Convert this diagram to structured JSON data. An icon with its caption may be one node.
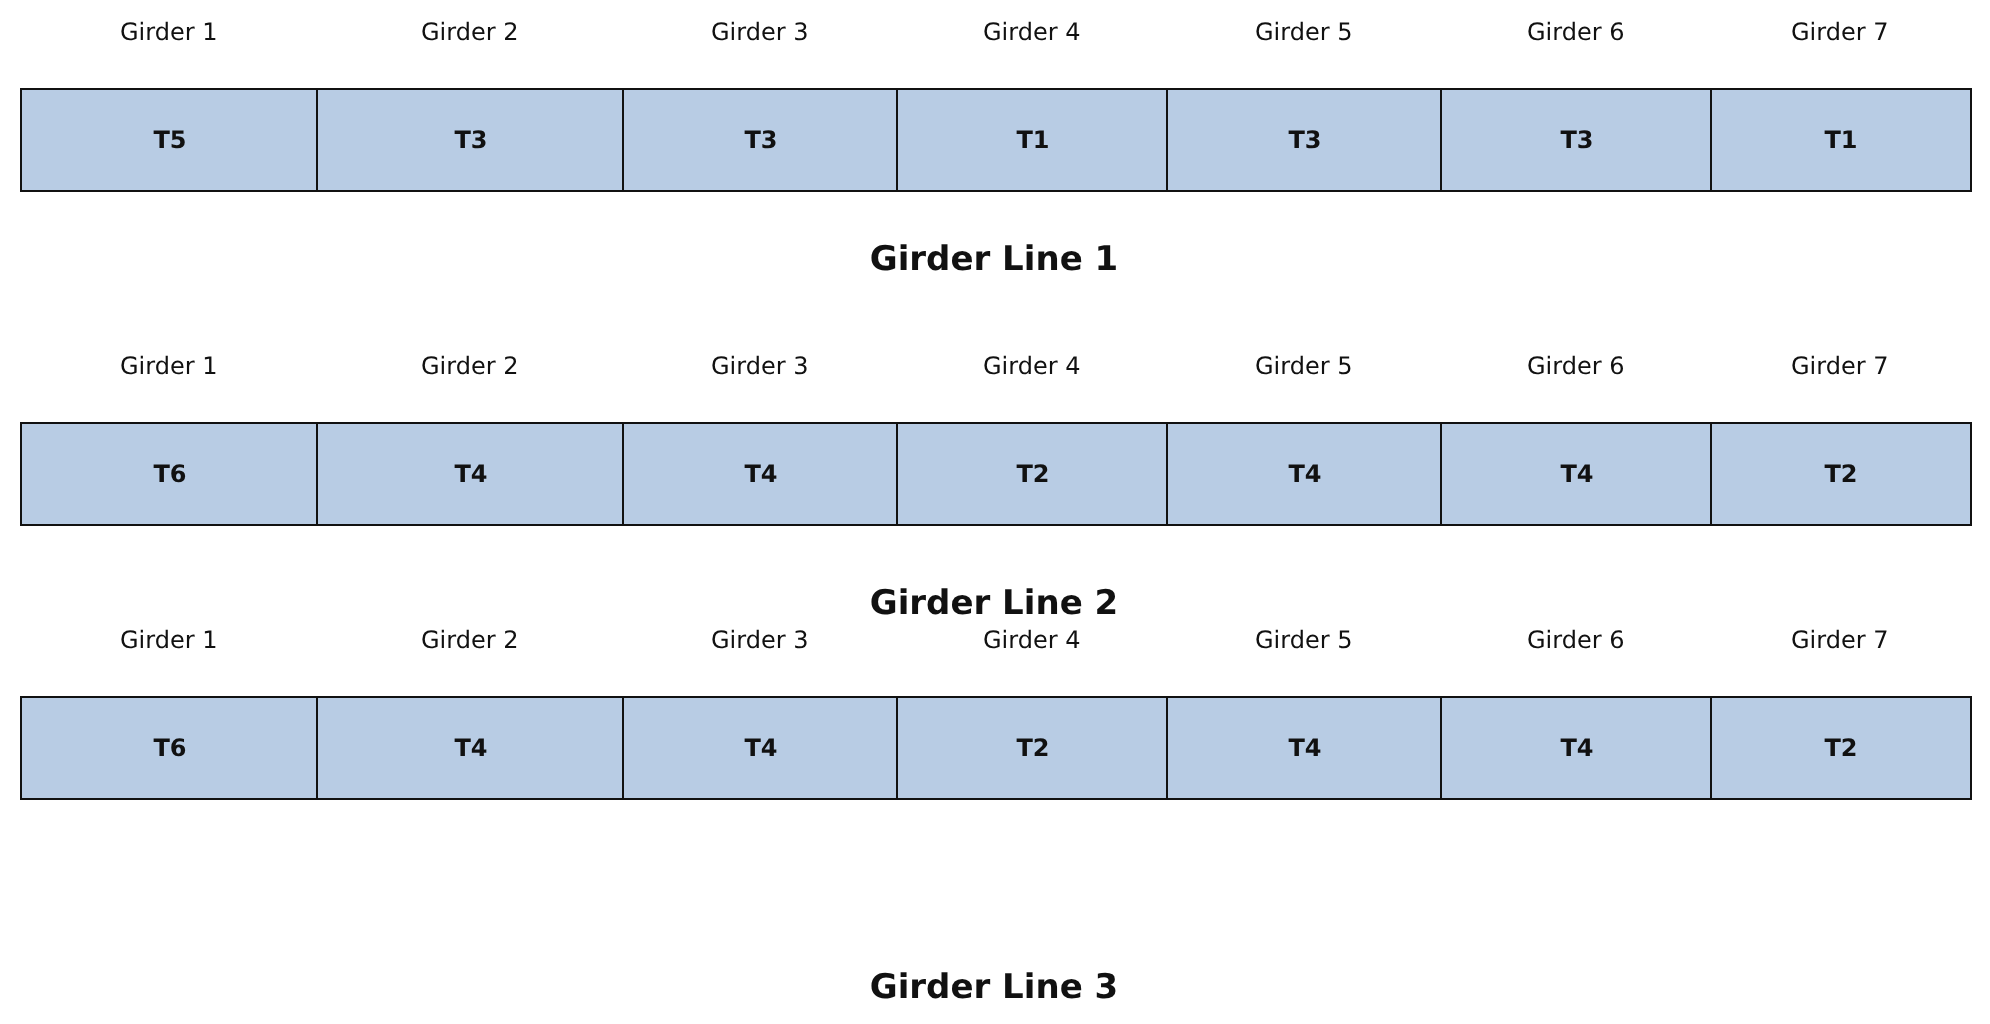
{
  "diagram": {
    "nodes": [
      {
        "text": [
          "T5"
        ],
        "beside": [
          "Girder 1"
        ]
      },
      {
        "text": [
          "T3"
        ],
        "beside": [
          "Girder 2"
        ]
      },
      {
        "text": [
          "T3"
        ],
        "beside": [
          "Girder 3"
        ]
      },
      {
        "text": [
          "T1"
        ],
        "beside": [
          "Girder 4"
        ]
      },
      {
        "text": [
          "T3"
        ],
        "beside": [
          "Girder 5"
        ]
      },
      {
        "text": [
          "T3"
        ],
        "beside": [
          "Girder 6"
        ]
      },
      {
        "text": [
          "T1"
        ],
        "beside": [
          "Girder 7"
        ]
      },
      {
        "text": [
          "T6"
        ],
        "beside": [
          "Girder 1"
        ]
      },
      {
        "text": [
          "T4"
        ],
        "beside": [
          "Girder 2"
        ]
      },
      {
        "text": [
          "T4"
        ],
        "beside": [
          "Girder 3"
        ]
      },
      {
        "text": [
          "T2"
        ],
        "beside": [
          "Girder 4"
        ]
      },
      {
        "text": [
          "T4"
        ],
        "beside": [
          "Girder 5"
        ]
      },
      {
        "text": [
          "T4"
        ],
        "beside": [
          "Girder 6"
        ]
      },
      {
        "text": [
          "T2"
        ],
        "beside": [
          "Girder 7"
        ]
      },
      {
        "text": [
          "T6"
        ],
        "beside": [
          "Girder 1"
        ]
      },
      {
        "text": [
          "T4"
        ],
        "beside": [
          "Girder 2"
        ]
      },
      {
        "text": [
          "T4"
        ],
        "beside": [
          "Girder 3"
        ]
      },
      {
        "text": [
          "T2"
        ],
        "beside": [
          "Girder 4"
        ]
      },
      {
        "text": [
          "T4"
        ],
        "beside": [
          "Girder 5"
        ]
      },
      {
        "text": [
          "T4"
        ],
        "beside": [
          "Girder 6"
        ]
      },
      {
        "text": [
          "T2"
        ],
        "beside": [
          "Girder 7"
        ]
      }
    ],
    "labels": [
      "Girder Line 1",
      "Girder Line 2",
      "Girder Line 3"
    ]
  }
}
